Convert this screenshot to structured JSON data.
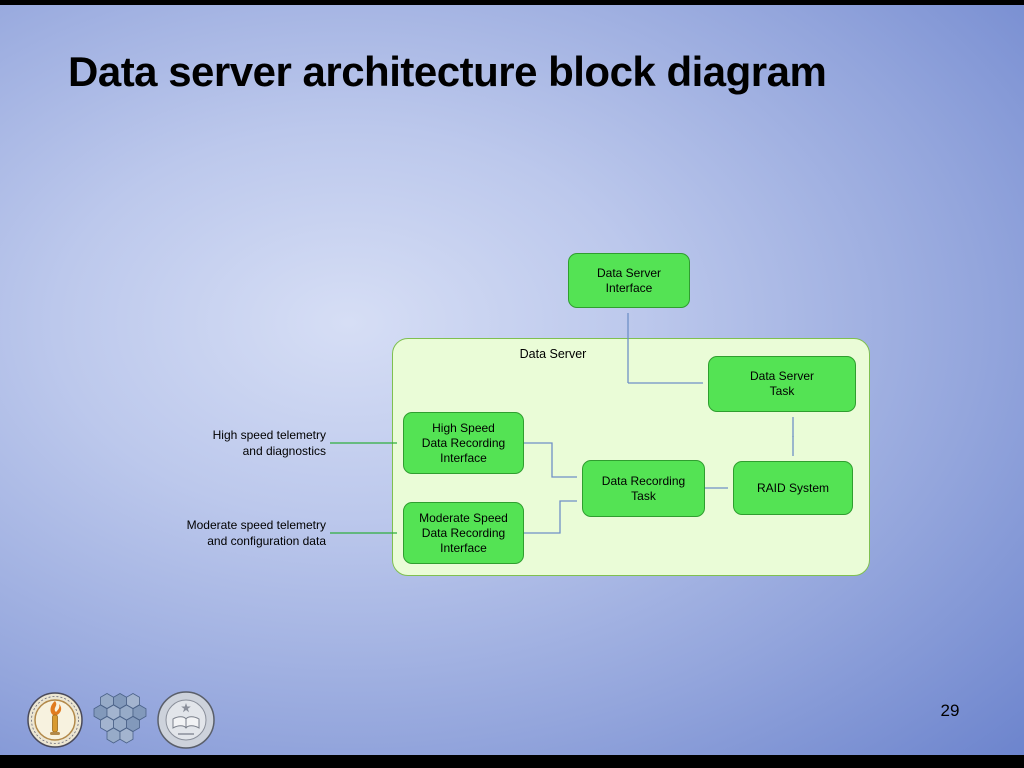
{
  "colors": {
    "box_fill": "#54e354",
    "box_border": "#2f9e2f",
    "container_fill": "#eafcd7",
    "container_border": "#7fc050",
    "connector": "#6f8fc7",
    "connector_green": "#2fae3e"
  },
  "slide": {
    "title": "Data server architecture block diagram",
    "page_number": "29"
  },
  "diagram": {
    "container_label": "Data Server",
    "boxes": {
      "interface": "Data Server\nInterface",
      "server_task": "Data Server\nTask",
      "high_speed": "High Speed\nData Recording\nInterface",
      "moderate_speed": "Moderate Speed\nData Recording\nInterface",
      "recording_task": "Data Recording\nTask",
      "raid": "RAID System"
    },
    "external_labels": {
      "high_speed": "High speed telemetry\nand diagnostics",
      "moderate_speed": "Moderate speed telemetry\nand configuration data"
    }
  },
  "footer": {
    "icons": {
      "left": "caltech-seal-logo",
      "middle": "hexagonal-segmented-mirror-logo",
      "right": "uc-seal-logo"
    }
  }
}
